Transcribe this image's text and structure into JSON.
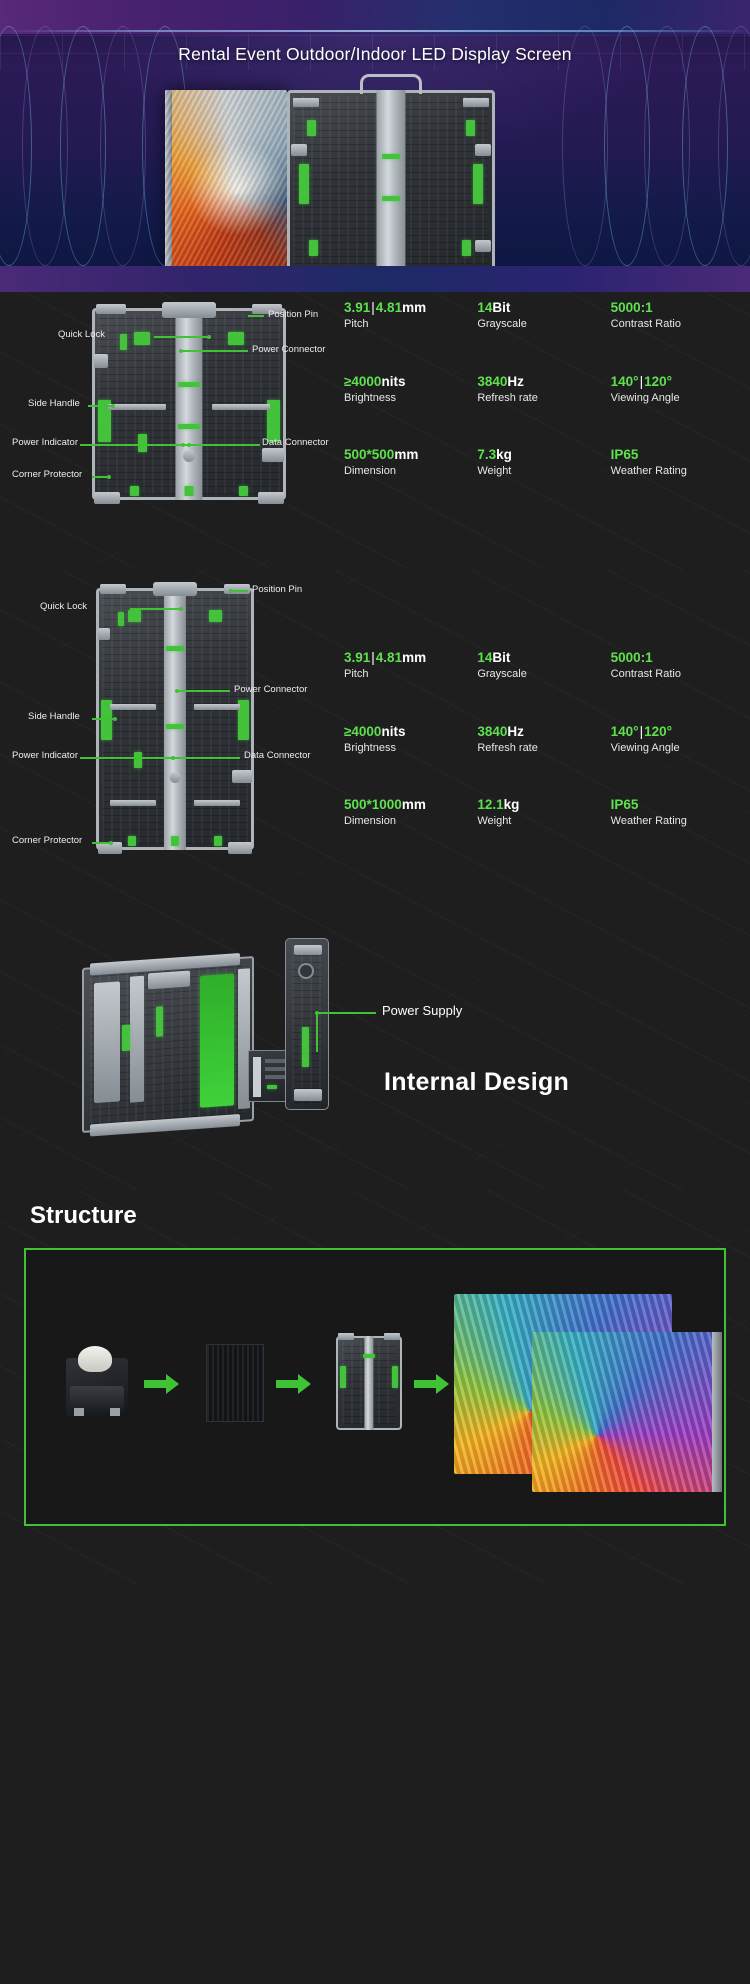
{
  "hero": {
    "title": "Rental Event Outdoor/Indoor LED Display Screen"
  },
  "accent_colors": {
    "green": "#5fe04f",
    "leader_green": "#3fc234",
    "background": "#1e1e1e",
    "text": "#ffffff"
  },
  "section_500x500": {
    "callouts": [
      {
        "label": "Position Pin"
      },
      {
        "label": "Quick Lock"
      },
      {
        "label": "Power Connector"
      },
      {
        "label": "Side Handle"
      },
      {
        "label": "Power Indicator"
      },
      {
        "label": "Data Connector"
      },
      {
        "label": "Corner Protector"
      }
    ],
    "specs": [
      {
        "value_a": "3.91",
        "sep": "|",
        "value_b": "4.81",
        "unit": "mm",
        "label": "Pitch"
      },
      {
        "value_a": "14",
        "unit": "Bit",
        "label": "Grayscale"
      },
      {
        "value_a": "5000:1",
        "label": "Contrast Ratio"
      },
      {
        "value_a": "≥4000",
        "unit": "nits",
        "label": "Brightness"
      },
      {
        "value_a": "3840",
        "unit": "Hz",
        "label": "Refresh rate"
      },
      {
        "value_a": "140°",
        "sep": "|",
        "value_b": "120°",
        "label": "Viewing Angle"
      },
      {
        "value_a": "500*500",
        "unit": "mm",
        "label": "Dimension"
      },
      {
        "value_a": "7.3",
        "unit": "kg",
        "label": "Weight"
      },
      {
        "value_a": "IP65",
        "label": "Weather Rating"
      }
    ]
  },
  "section_500x1000": {
    "callouts": [
      {
        "label": "Position Pin"
      },
      {
        "label": "Quick Lock"
      },
      {
        "label": "Power Connector"
      },
      {
        "label": "Side Handle"
      },
      {
        "label": "Power Indicator"
      },
      {
        "label": "Data Connector"
      },
      {
        "label": "Corner Protector"
      }
    ],
    "specs": [
      {
        "value_a": "3.91",
        "sep": "|",
        "value_b": "4.81",
        "unit": "mm",
        "label": "Pitch"
      },
      {
        "value_a": "14",
        "unit": "Bit",
        "label": "Grayscale"
      },
      {
        "value_a": "5000:1",
        "label": "Contrast Ratio"
      },
      {
        "value_a": "≥4000",
        "unit": "nits",
        "label": "Brightness"
      },
      {
        "value_a": "3840",
        "unit": "Hz",
        "label": "Refresh rate"
      },
      {
        "value_a": "140°",
        "sep": "|",
        "value_b": "120°",
        "label": "Viewing Angle"
      },
      {
        "value_a": "500*1000",
        "unit": "mm",
        "label": "Dimension"
      },
      {
        "value_a": "12.1",
        "unit": "kg",
        "label": "Weight"
      },
      {
        "value_a": "IP65",
        "label": "Weather Rating"
      }
    ]
  },
  "internal_design": {
    "heading": "Internal Design",
    "power_supply_label": "Power Supply"
  },
  "structure": {
    "heading": "Structure"
  }
}
